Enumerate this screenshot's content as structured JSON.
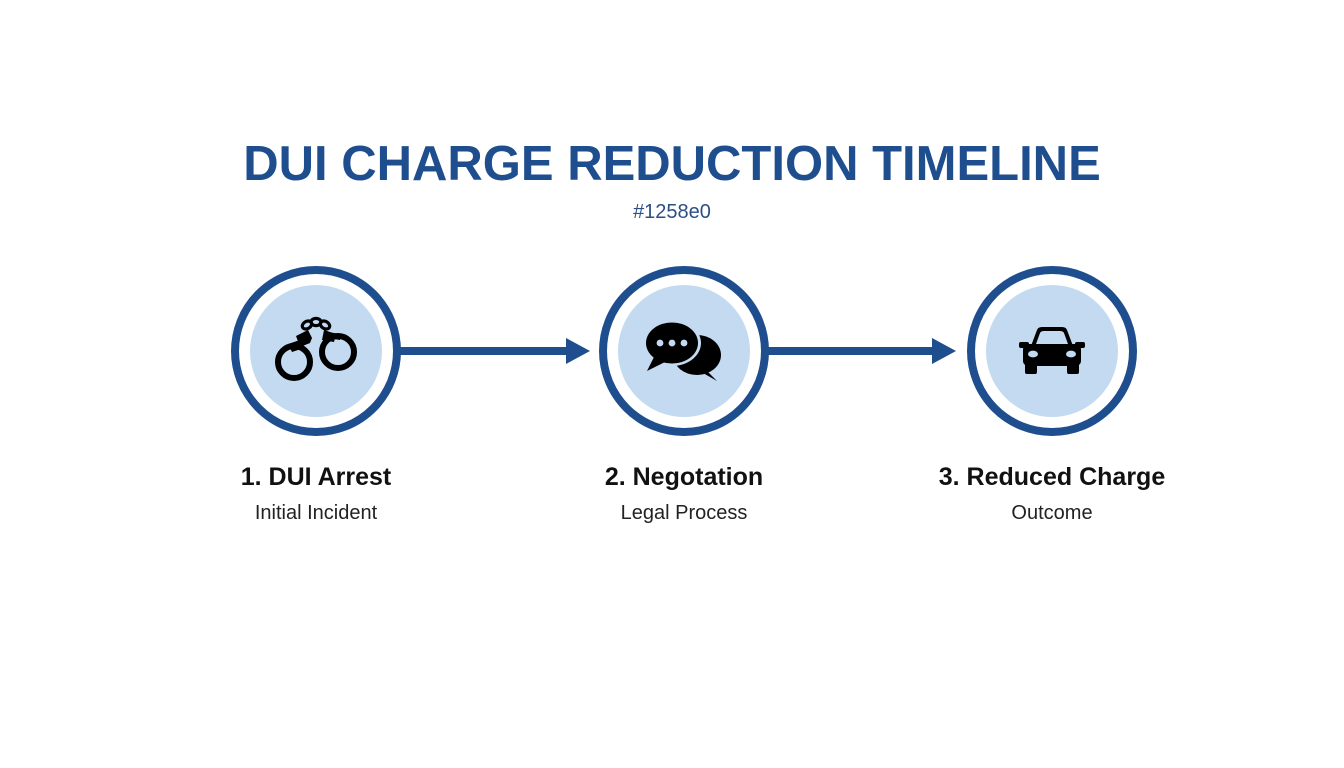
{
  "header": {
    "title": "DUI CHARGE REDUCTION TIMELINE",
    "subtitle": "#1258e0"
  },
  "colors": {
    "accent": "#1f4e8f",
    "circle_fill": "#c3daf1",
    "icon": "#000000",
    "text": "#111111",
    "background": "#ffffff"
  },
  "steps": [
    {
      "title": "1. DUI Arrest",
      "subtitle": "Initial Incident",
      "icon": "handcuffs-icon"
    },
    {
      "title": "2. Negotation",
      "subtitle": "Legal Process",
      "icon": "chat-bubbles-icon"
    },
    {
      "title": "3. Reduced Charge",
      "subtitle": "Outcome",
      "icon": "car-icon"
    }
  ],
  "connectors": [
    {
      "from": 1,
      "to": 2,
      "icon": "arrow-right-icon"
    },
    {
      "from": 2,
      "to": 3,
      "icon": "arrow-right-icon"
    }
  ]
}
